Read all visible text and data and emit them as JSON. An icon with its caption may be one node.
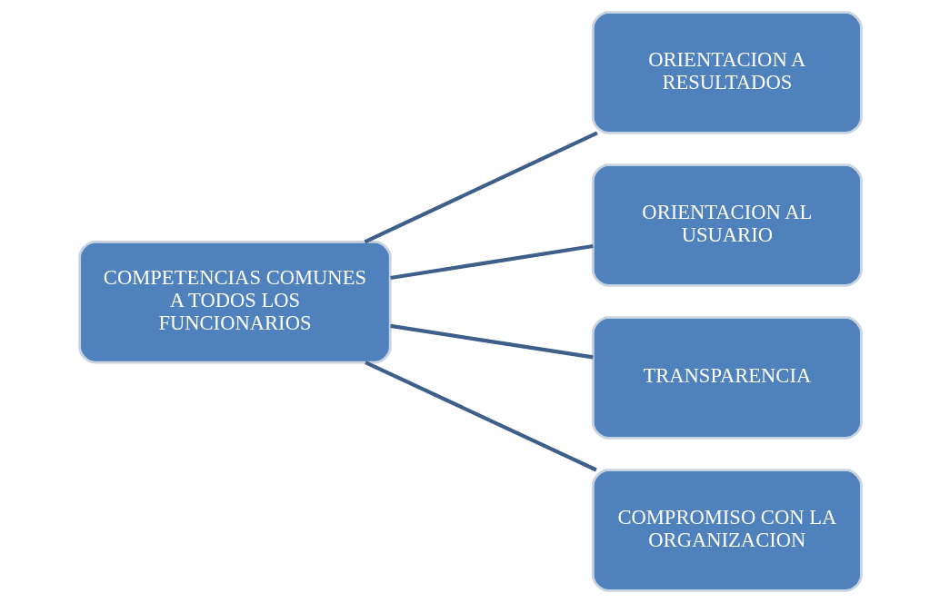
{
  "diagram": {
    "nodes": [
      {
        "text": [
          "COMPETENCIAS COMUNES A TODOS LOS FUNCIONARIOS"
        ]
      },
      {
        "text": [
          "ORIENTACION A RESULTADOS"
        ]
      },
      {
        "text": [
          "ORIENTACION AL USUARIO"
        ]
      },
      {
        "text": [
          "TRANSPARENCIA"
        ]
      },
      {
        "text": [
          "COMPROMISO CON LA ORGANIZACION"
        ]
      }
    ],
    "edges": [
      {
        "from": 0,
        "to": 1,
        "arrow": "none"
      },
      {
        "from": 0,
        "to": 2,
        "arrow": "none"
      },
      {
        "from": 0,
        "to": 3,
        "arrow": "none"
      },
      {
        "from": 0,
        "to": 4,
        "arrow": "none"
      }
    ]
  }
}
